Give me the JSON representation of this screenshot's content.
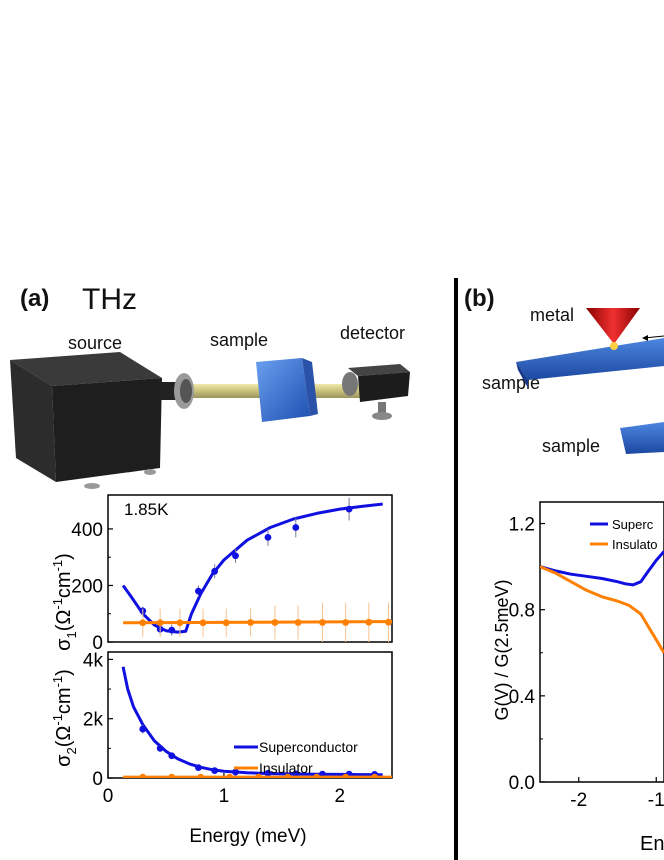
{
  "panel_a": {
    "label": "(a)",
    "title": "THz",
    "setup_labels": {
      "source": "source",
      "sample": "sample",
      "detector": "detector"
    }
  },
  "panel_b": {
    "label": "(b)",
    "setup_labels": {
      "metal": "metal",
      "sample_top": "sample",
      "sample_bottom": "sample"
    }
  },
  "colors": {
    "superconductor": "#1010e0",
    "insulator": "#ff8000",
    "tip": "#d42020",
    "slab": "#2a66c8"
  },
  "chart_data": [
    {
      "id": "sigma1",
      "type": "scatter",
      "annotation": "1.85K",
      "ylabel_main": "σ",
      "ylabel_sub": "1",
      "ylabel_unit": "(Ω",
      "ylabel_sup": "-1",
      "ylabel_cm": "cm",
      "ylabel_end": ")",
      "xlim": [
        0,
        2.45
      ],
      "ylim": [
        0,
        520
      ],
      "yticks": [
        {
          "v": 0,
          "label": "0"
        },
        {
          "v": 200,
          "label": "200"
        },
        {
          "v": 400,
          "label": "400"
        }
      ],
      "series": [
        {
          "key": "superconductor",
          "points": [
            [
              0.3,
              110
            ],
            [
              0.45,
              45
            ],
            [
              0.55,
              42
            ],
            [
              0.78,
              180
            ],
            [
              0.92,
              250
            ],
            [
              1.1,
              305
            ],
            [
              1.38,
              370
            ],
            [
              1.62,
              405
            ],
            [
              2.08,
              470
            ]
          ],
          "errors": [
            15,
            20,
            20,
            20,
            25,
            25,
            30,
            35,
            40
          ],
          "fit": [
            [
              0.13,
              200
            ],
            [
              0.2,
              160
            ],
            [
              0.3,
              100
            ],
            [
              0.4,
              60
            ],
            [
              0.5,
              40
            ],
            [
              0.6,
              35
            ],
            [
              0.67,
              38
            ],
            [
              0.72,
              100
            ],
            [
              0.8,
              170
            ],
            [
              0.9,
              240
            ],
            [
              1.0,
              290
            ],
            [
              1.2,
              360
            ],
            [
              1.4,
              405
            ],
            [
              1.6,
              435
            ],
            [
              1.8,
              455
            ],
            [
              2.0,
              470
            ],
            [
              2.2,
              480
            ],
            [
              2.37,
              488
            ]
          ]
        },
        {
          "key": "insulator",
          "points": [
            [
              0.3,
              68
            ],
            [
              0.45,
              68
            ],
            [
              0.62,
              68
            ],
            [
              0.82,
              68
            ],
            [
              1.02,
              68
            ],
            [
              1.23,
              69
            ],
            [
              1.44,
              69
            ],
            [
              1.64,
              69
            ],
            [
              1.85,
              69
            ],
            [
              2.05,
              69
            ],
            [
              2.25,
              70
            ],
            [
              2.42,
              70
            ]
          ],
          "errors": [
            50,
            50,
            50,
            50,
            50,
            50,
            60,
            60,
            70,
            70,
            70,
            70
          ],
          "fit": [
            [
              0.13,
              68
            ],
            [
              2.45,
              72
            ]
          ]
        }
      ]
    },
    {
      "id": "sigma2",
      "type": "scatter",
      "ylabel_main": "σ",
      "ylabel_sub": "2",
      "ylabel_unit": "(Ω",
      "ylabel_sup": "-1",
      "ylabel_cm": "cm",
      "ylabel_end": ")",
      "xlabel": "Energy (meV)",
      "xlim": [
        0,
        2.45
      ],
      "ylim": [
        0,
        4250
      ],
      "yticks": [
        {
          "v": 0,
          "label": "0"
        },
        {
          "v": 2000,
          "label": "2k"
        },
        {
          "v": 4000,
          "label": "4k"
        }
      ],
      "xticks": [
        {
          "v": 0,
          "label": "0"
        },
        {
          "v": 1,
          "label": "1"
        },
        {
          "v": 2,
          "label": "2"
        }
      ],
      "legend": {
        "position": "top-right",
        "entries": [
          "Superconductor",
          "Insulator"
        ]
      },
      "series": [
        {
          "key": "superconductor",
          "points": [
            [
              0.3,
              1650
            ],
            [
              0.45,
              1000
            ],
            [
              0.55,
              750
            ],
            [
              0.78,
              350
            ],
            [
              0.92,
              250
            ],
            [
              1.1,
              200
            ],
            [
              1.38,
              160
            ],
            [
              1.62,
              140
            ],
            [
              1.85,
              130
            ],
            [
              2.08,
              130
            ],
            [
              2.3,
              120
            ]
          ],
          "errors": [
            150,
            100,
            100,
            80,
            60,
            60,
            50,
            50,
            50,
            50,
            50
          ],
          "fit": [
            [
              0.13,
              3750
            ],
            [
              0.17,
              3000
            ],
            [
              0.22,
              2400
            ],
            [
              0.3,
              1800
            ],
            [
              0.4,
              1250
            ],
            [
              0.5,
              900
            ],
            [
              0.6,
              650
            ],
            [
              0.7,
              480
            ],
            [
              0.8,
              360
            ],
            [
              0.9,
              280
            ],
            [
              1.0,
              230
            ],
            [
              1.2,
              180
            ],
            [
              1.4,
              150
            ],
            [
              1.6,
              135
            ],
            [
              1.8,
              125
            ],
            [
              2.0,
              120
            ],
            [
              2.2,
              115
            ],
            [
              2.37,
              110
            ]
          ]
        },
        {
          "key": "insulator",
          "points": [
            [
              0.3,
              30
            ],
            [
              0.55,
              30
            ],
            [
              0.8,
              30
            ],
            [
              1.05,
              30
            ],
            [
              1.3,
              30
            ],
            [
              1.55,
              30
            ],
            [
              1.8,
              30
            ],
            [
              2.05,
              30
            ],
            [
              2.3,
              30
            ]
          ],
          "errors": [
            0,
            0,
            0,
            0,
            0,
            0,
            0,
            0,
            0
          ],
          "fit": [
            [
              0.13,
              30
            ],
            [
              2.45,
              30
            ]
          ]
        }
      ]
    },
    {
      "id": "conductance",
      "type": "line",
      "ylabel": "G(V) / G(2.5meV)",
      "xlabel": "En",
      "xlim": [
        -2.5,
        -0.9
      ],
      "ylim": [
        0,
        1.3
      ],
      "yticks": [
        {
          "v": 0.0,
          "label": "0.0"
        },
        {
          "v": 0.4,
          "label": "0.4"
        },
        {
          "v": 0.8,
          "label": "0.8"
        },
        {
          "v": 1.2,
          "label": "1.2"
        }
      ],
      "xticks": [
        {
          "v": -2,
          "label": "-2"
        },
        {
          "v": -1,
          "label": "-1"
        }
      ],
      "legend": {
        "position": "top-left",
        "entries": [
          "Superc",
          "Insulato"
        ]
      },
      "series": [
        {
          "key": "superconductor",
          "fit": [
            [
              -2.5,
              1.0
            ],
            [
              -2.3,
              0.98
            ],
            [
              -2.1,
              0.965
            ],
            [
              -1.9,
              0.955
            ],
            [
              -1.7,
              0.945
            ],
            [
              -1.5,
              0.93
            ],
            [
              -1.4,
              0.92
            ],
            [
              -1.3,
              0.915
            ],
            [
              -1.2,
              0.93
            ],
            [
              -1.1,
              0.98
            ],
            [
              -1.0,
              1.03
            ],
            [
              -0.9,
              1.07
            ]
          ]
        },
        {
          "key": "insulator",
          "fit": [
            [
              -2.5,
              1.0
            ],
            [
              -2.3,
              0.97
            ],
            [
              -2.1,
              0.93
            ],
            [
              -1.9,
              0.89
            ],
            [
              -1.7,
              0.86
            ],
            [
              -1.5,
              0.84
            ],
            [
              -1.35,
              0.82
            ],
            [
              -1.2,
              0.78
            ],
            [
              -1.1,
              0.72
            ],
            [
              -1.0,
              0.66
            ],
            [
              -0.9,
              0.6
            ]
          ]
        }
      ]
    }
  ]
}
